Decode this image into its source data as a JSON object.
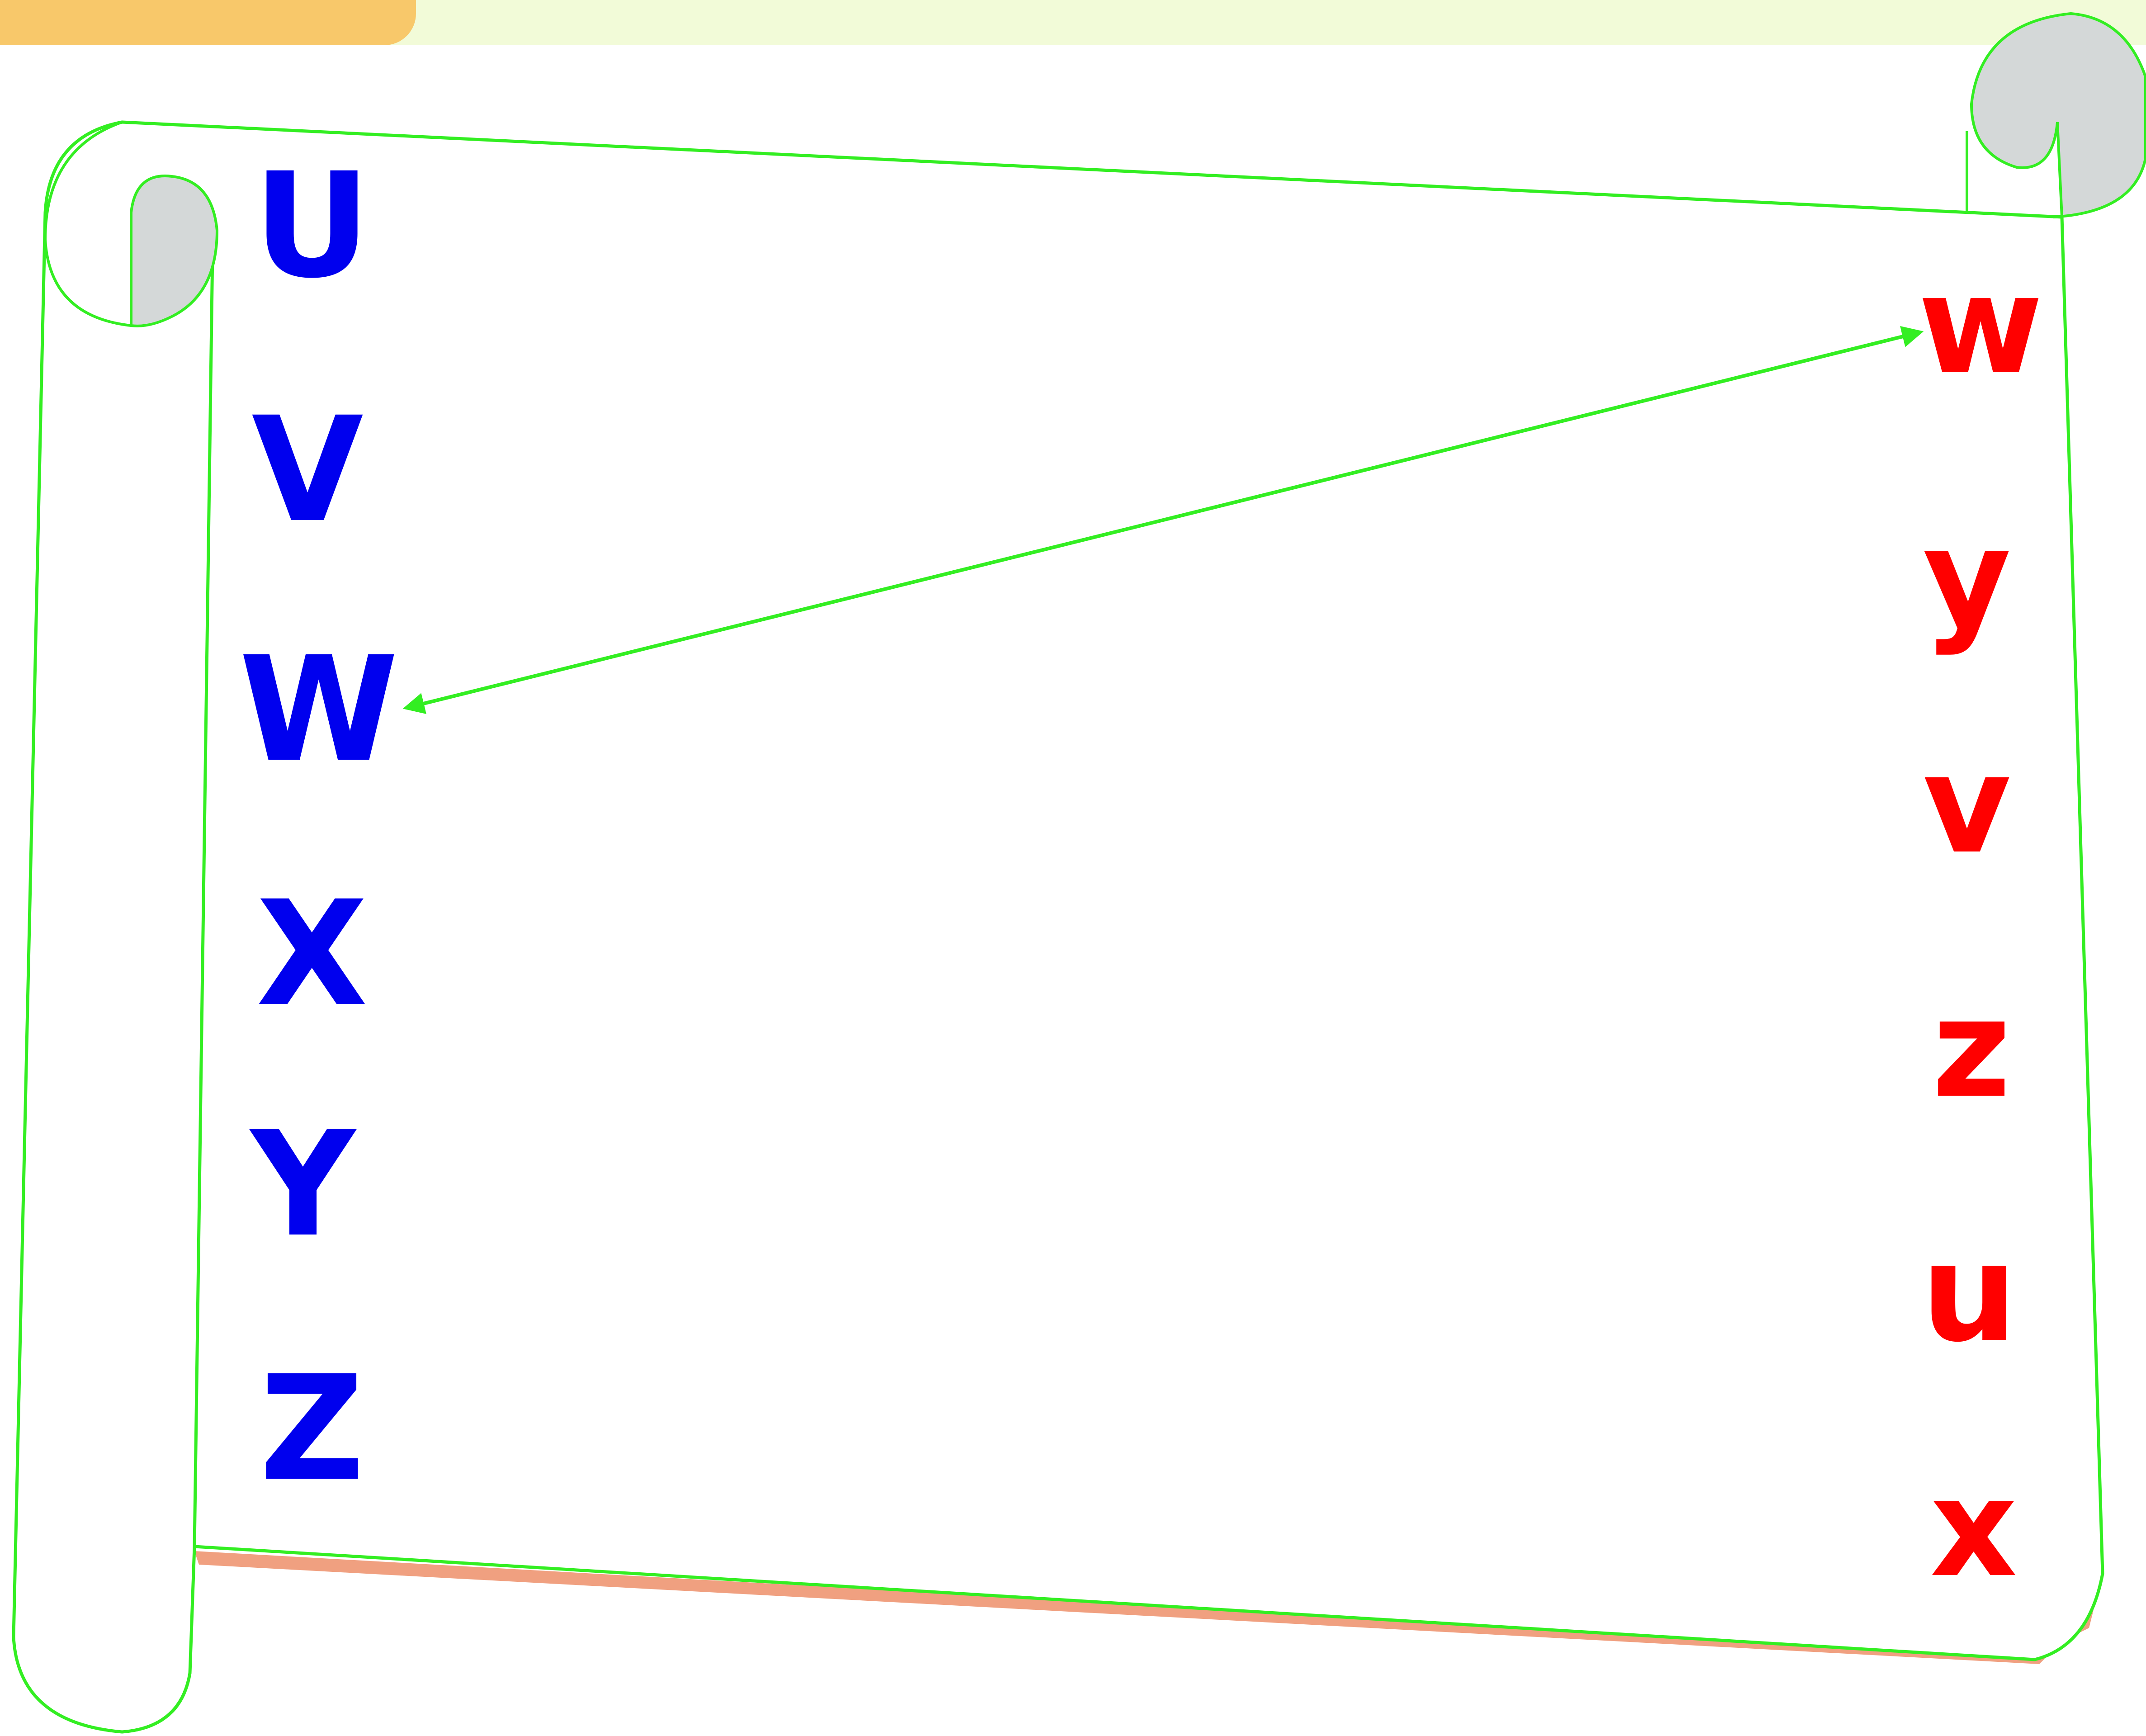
{
  "colors": {
    "uppercase": "#0000ee",
    "lowercase": "#ff0000",
    "scroll_outline": "#33ee22",
    "scroll_curl": "#d4d8d8",
    "scroll_shadow": "#f0a080",
    "header_background": "#f2fbd8",
    "header_tab": "#f8c86a",
    "connector": "#33ee22"
  },
  "uppercase_letters": [
    "U",
    "V",
    "W",
    "X",
    "Y",
    "Z"
  ],
  "lowercase_letters": [
    "w",
    "y",
    "v",
    "z",
    "u",
    "x"
  ],
  "connections": [
    {
      "from": "W",
      "to": "w"
    }
  ]
}
